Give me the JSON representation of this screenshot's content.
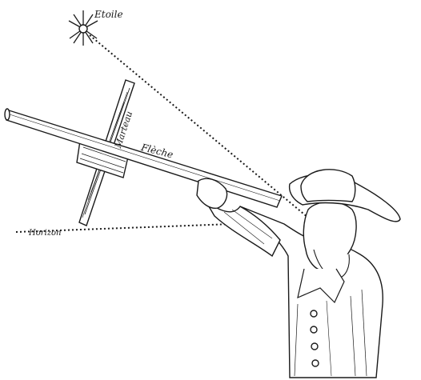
{
  "labels": {
    "star": "Etoile",
    "horizon": "Horizon",
    "arrow": "Flèche",
    "hammer": "Marteau"
  },
  "colors": {
    "ink": "#1a1a1a",
    "background": "#ffffff"
  }
}
